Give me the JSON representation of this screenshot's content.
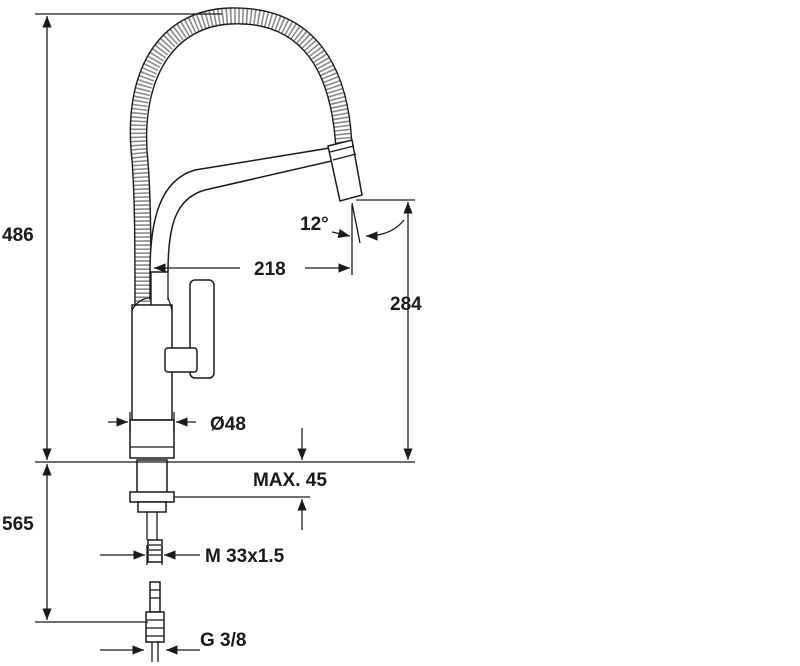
{
  "dimensions": {
    "total_height_above": "486",
    "total_length_below": "565",
    "spout_reach": "218",
    "spout_height": "284",
    "spray_angle": "12°",
    "base_diameter": "Ø48",
    "max_deck_thickness": "MAX. 45",
    "mount_thread": "M 33x1.5",
    "connection_thread": "G 3/8"
  }
}
